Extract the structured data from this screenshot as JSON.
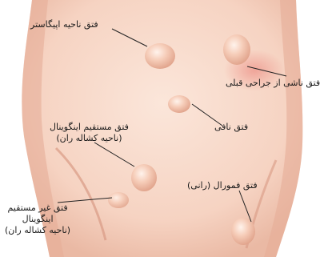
{
  "labels": {
    "epigastric": "فتق ناحیه اپیگاستر",
    "incisional": "فتق ناشی از جراحی قبلی",
    "umbilical": "فتق نافی",
    "direct_inguinal": [
      "فتق مستقیم اینگوینال",
      "(ناحیه کشاله ران)"
    ],
    "femoral": "فتق فمورال (رانی)",
    "indirect_inguinal": [
      "فتق غیر مستقیم",
      "اینگوینال",
      "(ناحیه کشاله ران)"
    ]
  },
  "colors": {
    "skin": "#f6d6c6",
    "skin_shadow": "#e9b39e",
    "bulge": "#f3c2ad",
    "leader_line": "#222222"
  }
}
